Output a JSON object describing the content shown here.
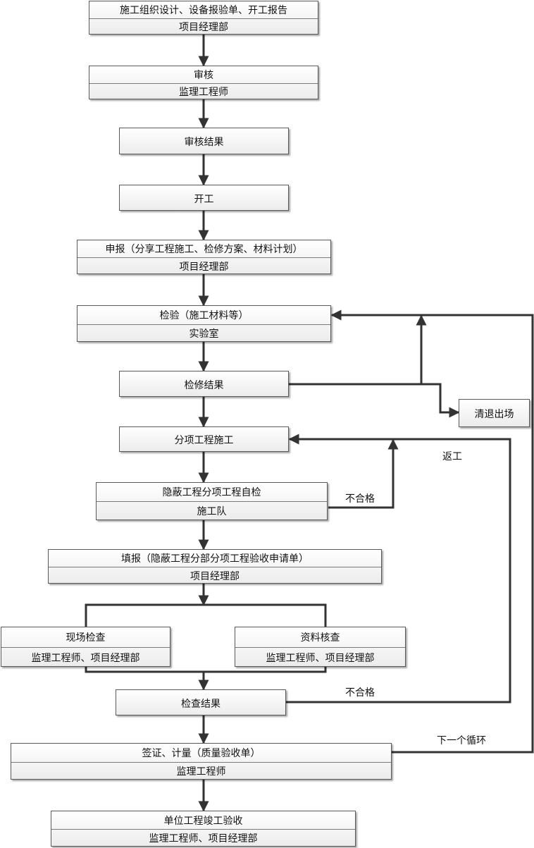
{
  "nodes": {
    "n1": {
      "title": "施工组织设计、设备报验单、开工报告",
      "role": "项目经理部"
    },
    "n2": {
      "title": "审核",
      "role": "监理工程师"
    },
    "n3": {
      "title": "审核结果"
    },
    "n4": {
      "title": "开工"
    },
    "n5": {
      "title": "申报（分享工程施工、检修方案、材料计划）",
      "role": "项目经理部"
    },
    "n6": {
      "title": "检验（施工材料等）",
      "role": "实验室"
    },
    "n7": {
      "title": "检修结果"
    },
    "n8": {
      "title": "清退出场"
    },
    "n9": {
      "title": "分项工程施工"
    },
    "n10": {
      "title": "隐蔽工程分项工程自检",
      "role": "施工队"
    },
    "n11": {
      "title": "填报（隐蔽工程分部分项工程验收申请单）",
      "role": "项目经理部"
    },
    "n12": {
      "title": "现场检查",
      "role": "监理工程师、项目经理部"
    },
    "n13": {
      "title": "资料核查",
      "role": "监理工程师、项目经理部"
    },
    "n14": {
      "title": "检查结果"
    },
    "n15": {
      "title": "签证、计量（质量验收单）",
      "role": "监理工程师"
    },
    "n16": {
      "title": "单位工程竣工验收",
      "role": "监理工程师、项目经理部"
    }
  },
  "edge_labels": {
    "rework": "返工",
    "fail_1": "不合格",
    "fail_2": "不合格",
    "next_cycle": "下一个循环"
  },
  "colors": {
    "line": "#333333",
    "box_border": "#5a5a5a"
  }
}
